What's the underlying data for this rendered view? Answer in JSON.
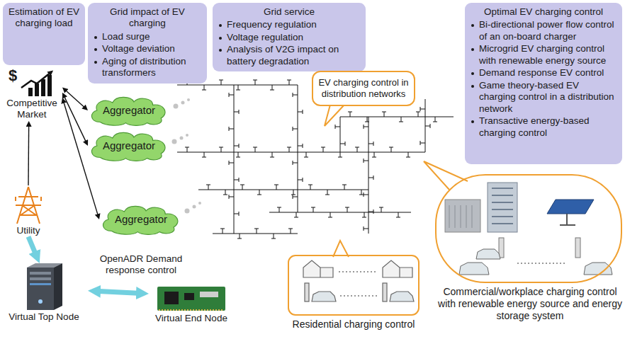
{
  "diagram": {
    "nodes": [
      {
        "text": [
          "Estimation of EV charging load"
        ]
      },
      {
        "text": [
          "Grid impact of EV charging",
          "Load surge",
          "Voltage deviation",
          "Aging of distribution transformers"
        ]
      },
      {
        "text": [
          "Grid service",
          "Frequency regulation",
          "Voltage regulation",
          "Analysis of V2G impact on battery degradation"
        ]
      },
      {
        "text": [
          "Optimal EV charging control",
          "Bi-directional power flow control of an on-board charger",
          "Microgrid EV charging control with renewable energy source",
          "Demand response EV control",
          "Game theory-based EV charging control in a distribution network",
          "Transactive energy-based charging control"
        ]
      },
      {
        "text": [
          "Competitive Market"
        ]
      },
      {
        "text": [
          "Aggregator"
        ]
      },
      {
        "text": [
          "Aggregator"
        ]
      },
      {
        "text": [
          "EV charging control in distribution networks"
        ]
      },
      {
        "text": [
          "Aggregator"
        ]
      },
      {
        "text": [
          "Utility"
        ]
      },
      {
        "text": [
          "Virtual Top Node"
        ]
      },
      {
        "text": [
          "Virtual End Node"
        ]
      },
      {
        "text": [
          "Residential charging control"
        ]
      },
      {
        "text": [
          "Commercial/workplace charging control with renewable energy source and energy storage system"
        ]
      }
    ],
    "edges": [
      {
        "from": 4,
        "to": 5,
        "arrow": "both"
      },
      {
        "from": 4,
        "to": 6,
        "arrow": "both"
      },
      {
        "from": 4,
        "to": 8,
        "arrow": "both"
      },
      {
        "from": 9,
        "to": 4,
        "arrow": "to"
      },
      {
        "from": 9,
        "to": 10,
        "arrow": "to"
      },
      {
        "from": 10,
        "to": 11,
        "label": "OpenADR Demand response control",
        "arrow": "both"
      }
    ],
    "labels": [
      "$"
    ]
  }
}
